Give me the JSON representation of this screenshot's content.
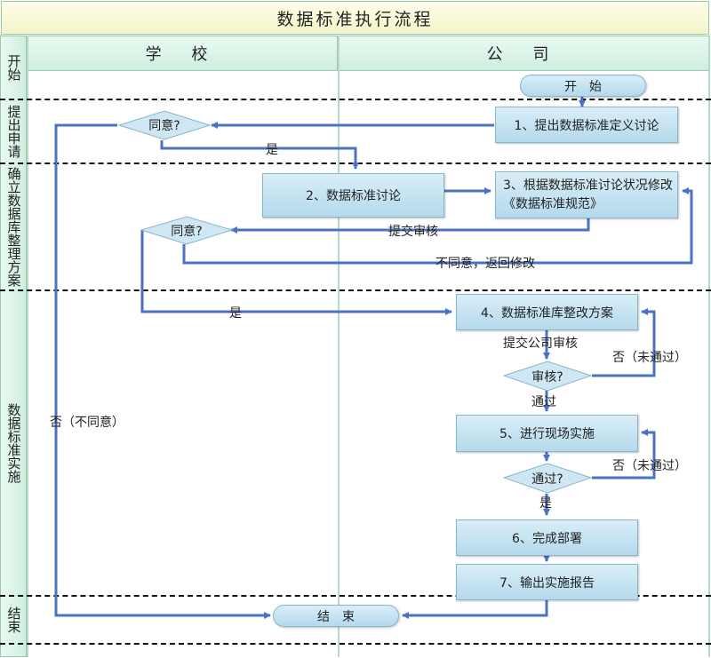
{
  "title": "数据标准执行流程",
  "lanes": {
    "school": "学 校",
    "company": "公 司"
  },
  "phases": {
    "start": "开始",
    "apply": "提出申请",
    "plan": "确立数据库整理方案",
    "implement": "数据标准实施",
    "end": "结束"
  },
  "nodes": {
    "start": "开　始",
    "step1": "1、提出数据标准定义讨论",
    "decision_agree_1": "同意?",
    "step2": "2、数据标准讨论",
    "step3": "3、根据数据标准讨论状况修改《数据标准规范》",
    "decision_agree_2": "同意?",
    "step4": "4、数据标准库整改方案",
    "decision_review": "审核?",
    "step5": "5、进行现场实施",
    "decision_pass": "通过?",
    "step6": "6、完成部署",
    "step7": "7、输出实施报告",
    "end": "结　束"
  },
  "edge_labels": {
    "yes_1": "是",
    "submit_review": "提交审核",
    "disagree_return": "不同意，返回修改",
    "yes_2": "是",
    "no_disagree": "否（不同意）",
    "submit_company_review": "提交公司审核",
    "no_fail_1": "否（未通过）",
    "passed": "通过",
    "no_fail_2": "否（未通过）",
    "yes_3": "是"
  },
  "colors": {
    "arrow": "#4a72c6",
    "box_top": "#d9eef8",
    "box_bottom": "#b4d9ec",
    "lane_head": "#cfeedf",
    "title_bg": "#f2f6c9"
  }
}
